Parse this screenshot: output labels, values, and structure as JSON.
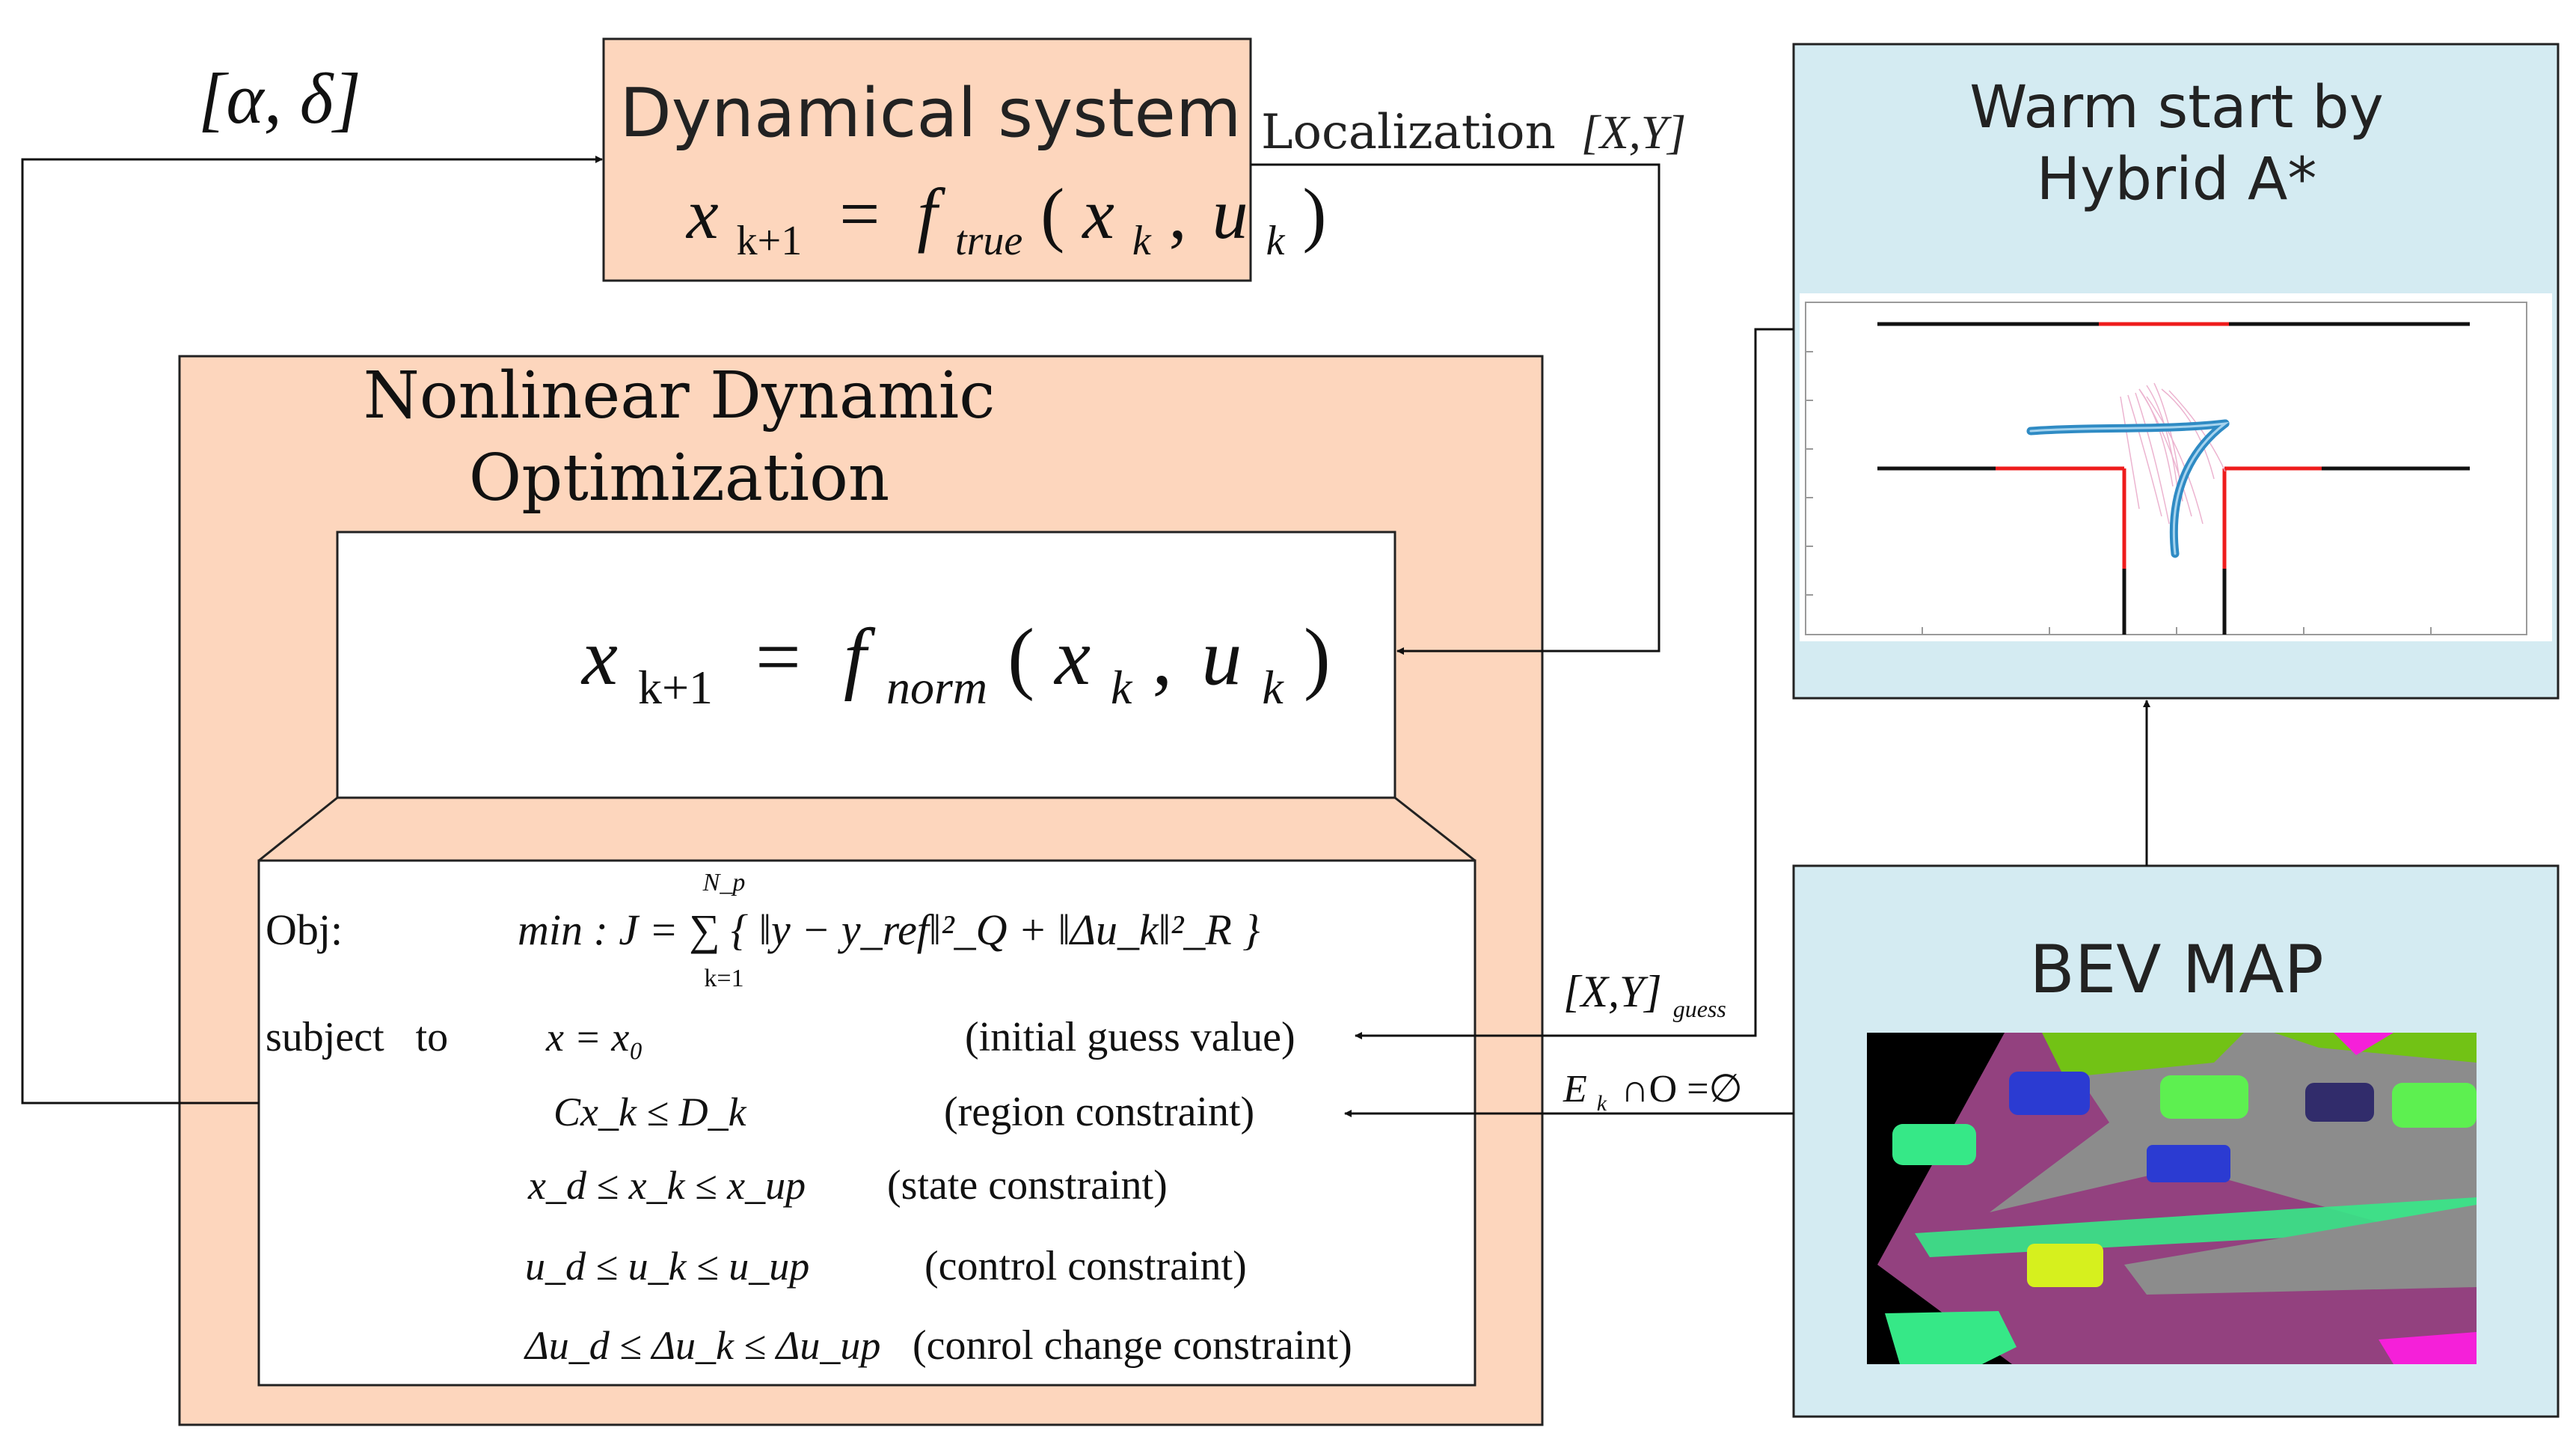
{
  "colors": {
    "peach": "#fdd6bd",
    "light_blue": "#d4ebf2",
    "stroke": "#222222",
    "bev_purple": "#93417f",
    "bev_gray": "#8c8c8c",
    "bev_lime": "#72c215",
    "bev_mint": "#36e887",
    "bev_blue": "#2b3bd2",
    "bev_green": "#5df050",
    "bev_navy": "#312c6b",
    "bev_yellow": "#d6f01e",
    "bev_magenta": "#f520d9",
    "path_blue": "#2f8bc4",
    "wall_red": "#ee1c1c"
  },
  "labels": {
    "control_input": "[α, δ]",
    "localization_text": "Localization",
    "localization_vars": "[X,Y]",
    "guess_vars": "[X,Y]",
    "guess_sub": "guess",
    "collision_E": "E",
    "collision_k": "k",
    "collision_rest": "∩O =∅"
  },
  "dynamical_system": {
    "title": "Dynamical system",
    "x": "x",
    "sub_next": "k+1",
    "eq": "=",
    "f": "f",
    "f_sub": "true",
    "args_open": "(",
    "args_x": "x",
    "args_xk": "k",
    "comma": ",",
    "args_u": "u",
    "args_uk": "k",
    "args_close": ")"
  },
  "nlo": {
    "title_line1": "Nonlinear Dynamic",
    "title_line2": "Optimization",
    "model": {
      "x": "x",
      "sub_next": "k+1",
      "eq": "=",
      "f": "f",
      "f_sub": "norm",
      "args_open": "(",
      "args_x": "x",
      "args_xk": "k",
      "comma": ",",
      "args_u": "u",
      "args_uk": "k",
      "args_close": ")"
    },
    "objective_label": "Obj:",
    "objective_formula": "min : J = ∑ { ‖y − y_ref‖²_Q + ‖Δu_k‖²_R }",
    "sum_upper": "N_p",
    "sum_lower": "k=1",
    "subject_to": "subject   to",
    "constraints": [
      {
        "formula": "x = x₀",
        "desc": "(initial guess value)"
      },
      {
        "formula": "Cx_k ≤ D_k",
        "desc": "(region constraint)"
      },
      {
        "formula": "x_d ≤ x_k ≤ x_up",
        "desc": "(state constraint)"
      },
      {
        "formula": "u_d ≤ u_k ≤ u_up",
        "desc": "(control constraint)"
      },
      {
        "formula": "Δu_d ≤ Δu_k ≤ Δu_up",
        "desc": "(conrol change constraint)"
      }
    ]
  },
  "warm_start": {
    "title_line1": "Warm start by",
    "title_line2": "Hybrid A*"
  },
  "bev_map": {
    "title": "BEV MAP"
  }
}
